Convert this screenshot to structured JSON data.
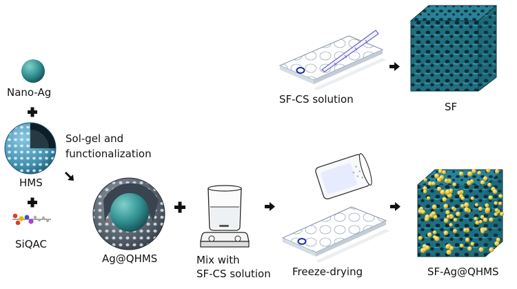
{
  "labels": {
    "nano_ag": "Nano-Ag",
    "hms": "HMS",
    "siqac": "SiQAC",
    "sol_gel_line1": "Sol-gel and",
    "sol_gel_line2": "functionalization",
    "ag_qhms": "Ag@QHMS",
    "mix_line1": "Mix with",
    "mix_line2": "SF-CS solution",
    "freeze_drying": "Freeze-drying",
    "sf_cs_solution": "SF-CS solution",
    "sf": "SF",
    "sf_ag_qhms": "SF-Ag@QHMS"
  },
  "colors": {
    "teal": "#2f8f8f",
    "teal_dark": "#1f5f6c",
    "scaffold": "#1f6f80",
    "gold": "#e2c23a",
    "plate": "#eef3f8",
    "plate_edge": "#8899aa",
    "arrow": "#111111"
  }
}
